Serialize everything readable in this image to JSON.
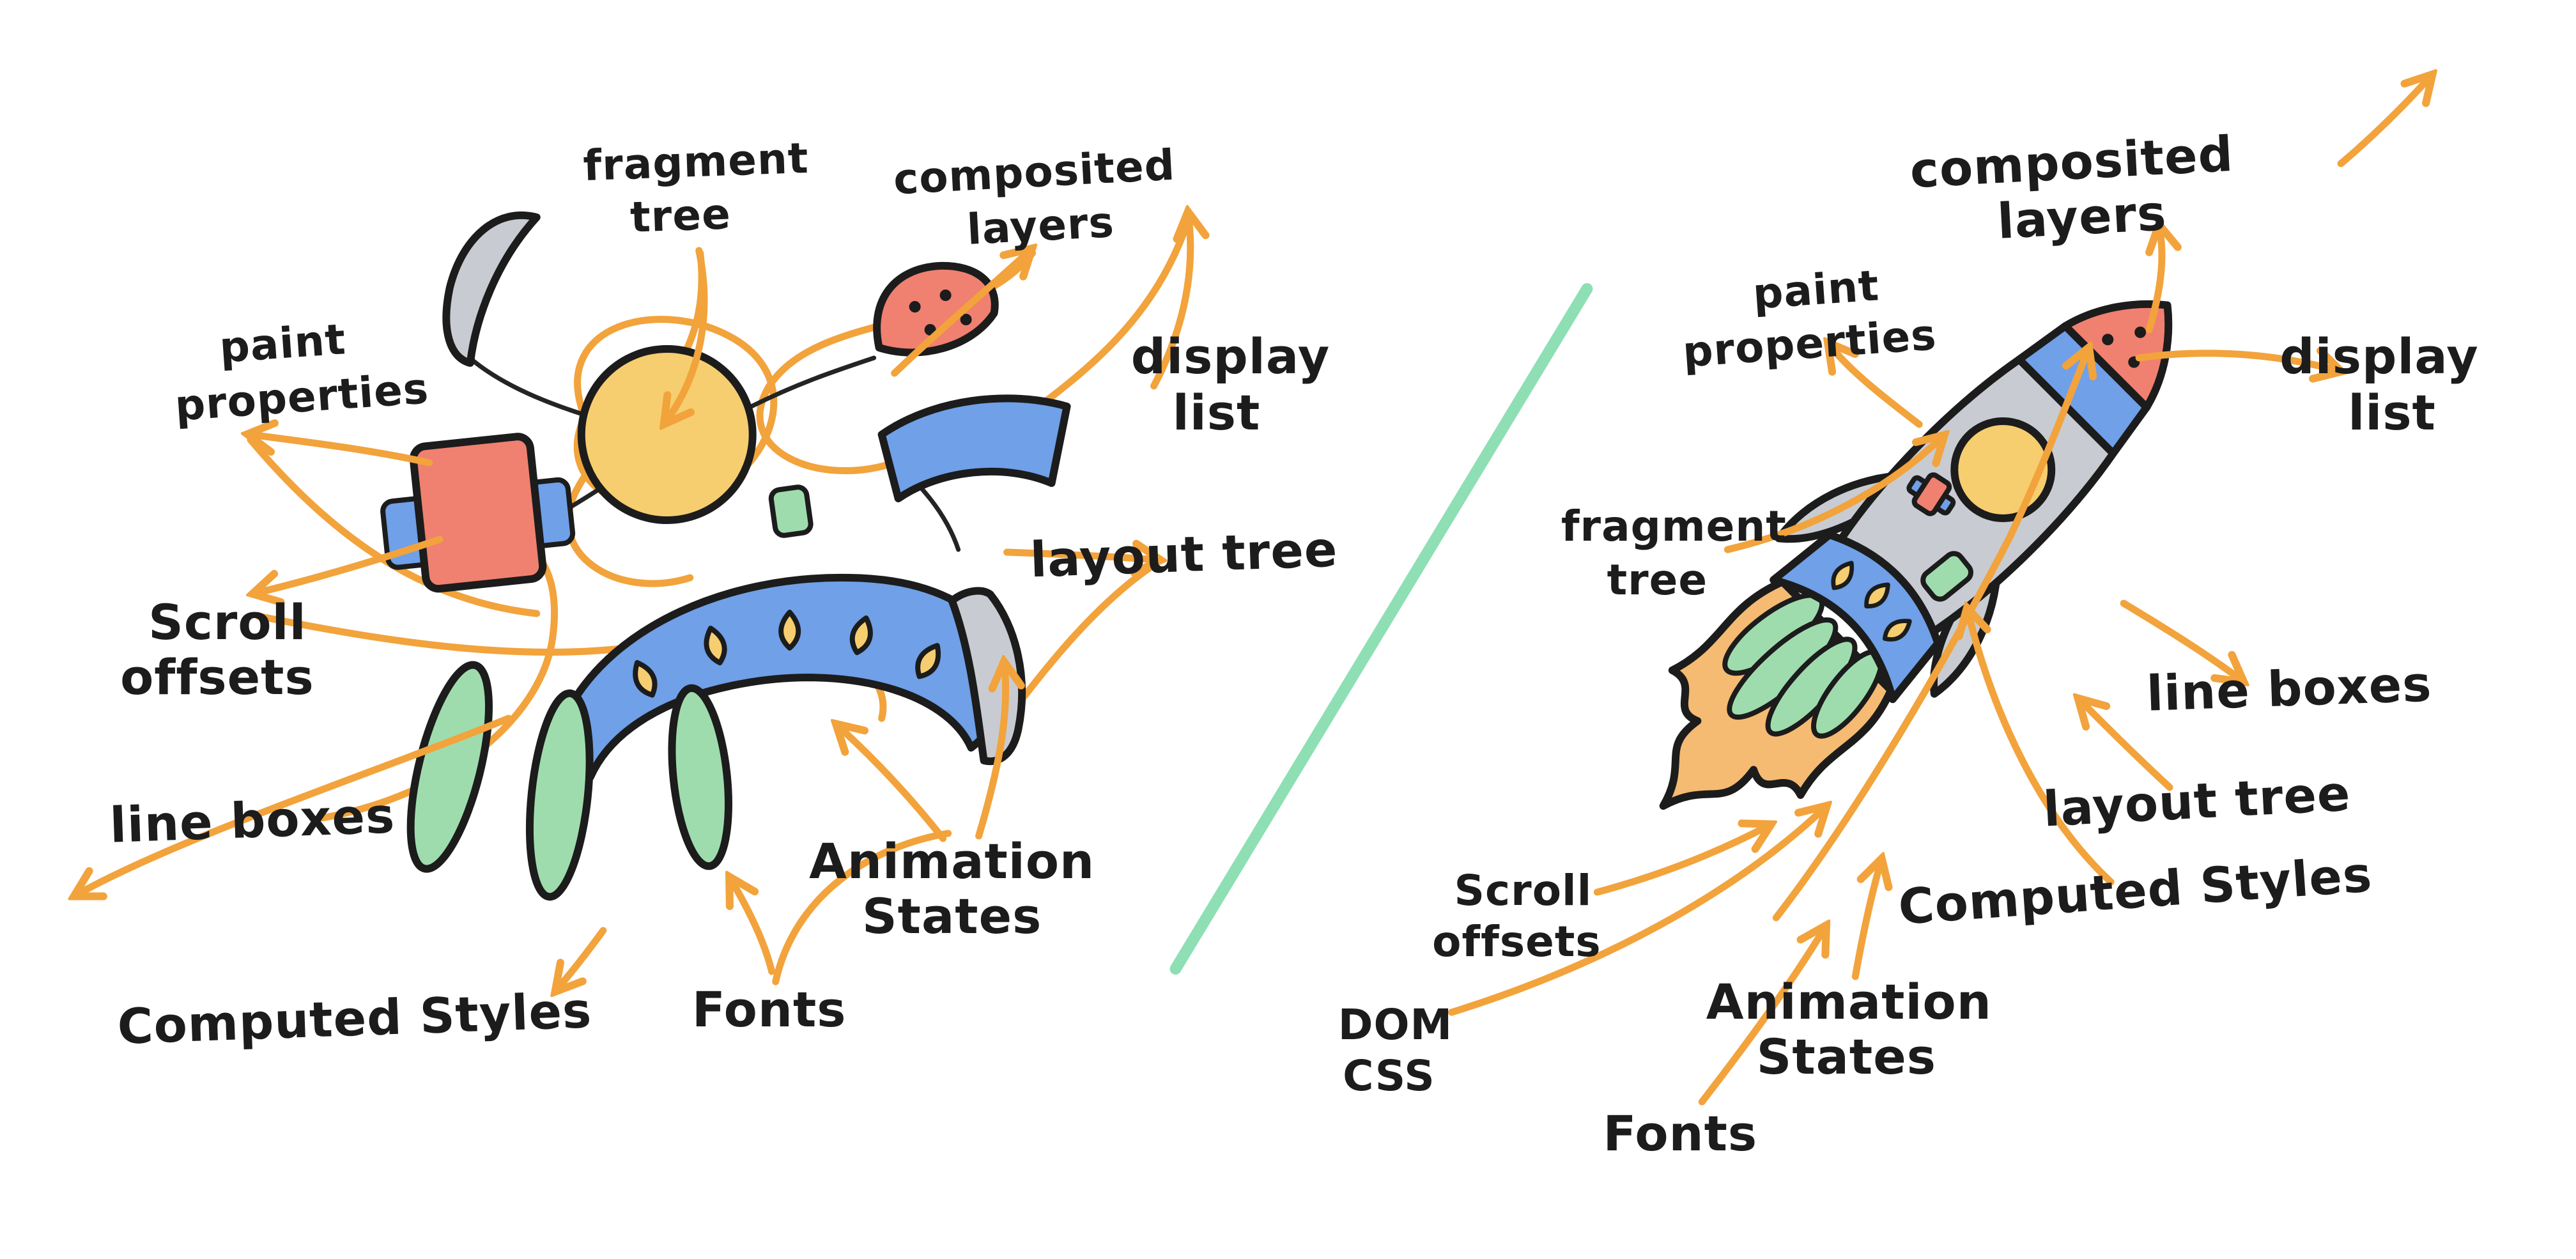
{
  "illustration": {
    "description": "hand-drawn sketch: scattered rendering-pipeline rocket parts tangled with arrows on the left, assembled rocket on the right",
    "colors": {
      "background": "#FFFFFF",
      "arrow_orange": "#F2A33C",
      "outline_black": "#1C1C1C",
      "salmon": "#F08070",
      "blue": "#6FA0E8",
      "yellow": "#F6CE6F",
      "green": "#9FDCAD",
      "gray": "#C8CCD2",
      "flame_orange": "#F5BB72",
      "divider_green": "#8EDFB4",
      "text": "#1C1C1C"
    },
    "left": {
      "labels": {
        "fragment_tree": [
          "fragment",
          "tree"
        ],
        "composited_layers": [
          "composited",
          "layers"
        ],
        "paint_properties": [
          "paint",
          "properties"
        ],
        "display_list": [
          "display",
          "list"
        ],
        "layout_tree": [
          "layout tree"
        ],
        "scroll_offsets": [
          "Scroll",
          "offsets"
        ],
        "line_boxes": [
          "line boxes"
        ],
        "animation_states": [
          "Animation",
          "States"
        ],
        "computed_styles": [
          "Computed Styles"
        ],
        "fonts": [
          "Fonts"
        ]
      }
    },
    "right": {
      "labels": {
        "composited_layers": [
          "composited",
          "layers"
        ],
        "paint_properties": [
          "paint",
          "properties"
        ],
        "display_list": [
          "display",
          "list"
        ],
        "fragment_tree": [
          "fragment",
          "tree"
        ],
        "line_boxes": [
          "line boxes"
        ],
        "layout_tree": [
          "layout tree"
        ],
        "computed_styles": [
          "Computed Styles"
        ],
        "scroll_offsets": [
          "Scroll",
          "offsets"
        ],
        "animation_states": [
          "Animation",
          "States"
        ],
        "dom_css": [
          "DOM",
          "CSS"
        ],
        "fonts": [
          "Fonts"
        ]
      }
    }
  }
}
